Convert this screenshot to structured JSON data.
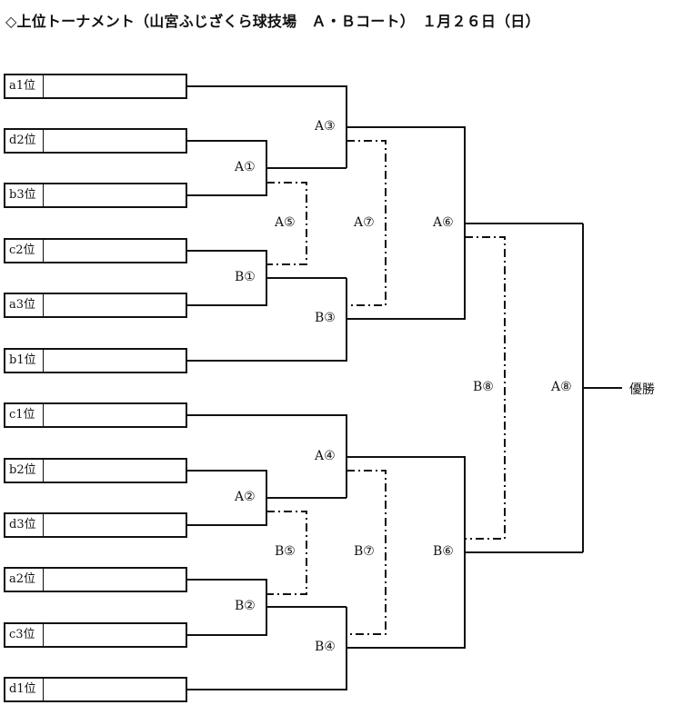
{
  "header": {
    "title": "◇上位トーナメント（山宮ふじざくら球技場　Ａ・Ｂコート）　１月２６日（日）"
  },
  "seeds": [
    "a1位",
    "d2位",
    "b3位",
    "c2位",
    "a3位",
    "b1位",
    "c1位",
    "b2位",
    "d3位",
    "a2位",
    "c3位",
    "d1位"
  ],
  "matches": {
    "A1": "A①",
    "B1": "B①",
    "A2": "A②",
    "B2": "B②",
    "A3": "A③",
    "B3": "B③",
    "A4": "A④",
    "B4": "B④",
    "A5": "A⑤",
    "B5": "B⑤",
    "A6": "A⑥",
    "B6": "B⑥",
    "A7": "A⑦",
    "B7": "B⑦",
    "A8": "A⑧",
    "B8": "B⑧"
  },
  "winner": "優勝"
}
